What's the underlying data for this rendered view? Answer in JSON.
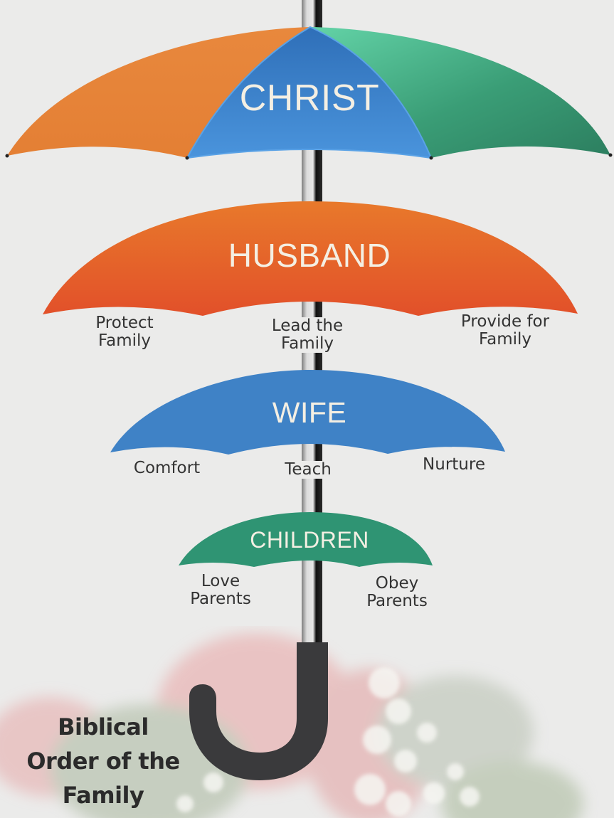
{
  "diagram": {
    "title": "Biblical Order of the Family",
    "title_lines": [
      "Biblical",
      "Order of the",
      "Family"
    ],
    "levels": [
      {
        "name": "CHRIST",
        "colors": {
          "left": "#e8843a",
          "center": "#3d86cf",
          "right": "#3aaa80"
        },
        "duties": []
      },
      {
        "name": "HUSBAND",
        "color": "#e5602c",
        "duties": [
          {
            "lines": [
              "Protect",
              "Family"
            ]
          },
          {
            "lines": [
              "Lead the",
              "Family"
            ]
          },
          {
            "lines": [
              "Provide for",
              "Family"
            ]
          }
        ]
      },
      {
        "name": "WIFE",
        "color": "#3f82c6",
        "duties": [
          {
            "lines": [
              "Comfort"
            ]
          },
          {
            "lines": [
              "Teach"
            ]
          },
          {
            "lines": [
              "Nurture"
            ]
          }
        ]
      },
      {
        "name": "CHILDREN",
        "color": "#2f9473",
        "duties": [
          {
            "lines": [
              "Love",
              "Parents"
            ]
          },
          {
            "lines": [
              "Obey",
              "Parents"
            ]
          }
        ]
      }
    ],
    "handle_color": "#3a3a3c",
    "pole_color": "#8c8c8c",
    "text_color": "#333333",
    "umbrella_text_color": "#f4efe3"
  }
}
